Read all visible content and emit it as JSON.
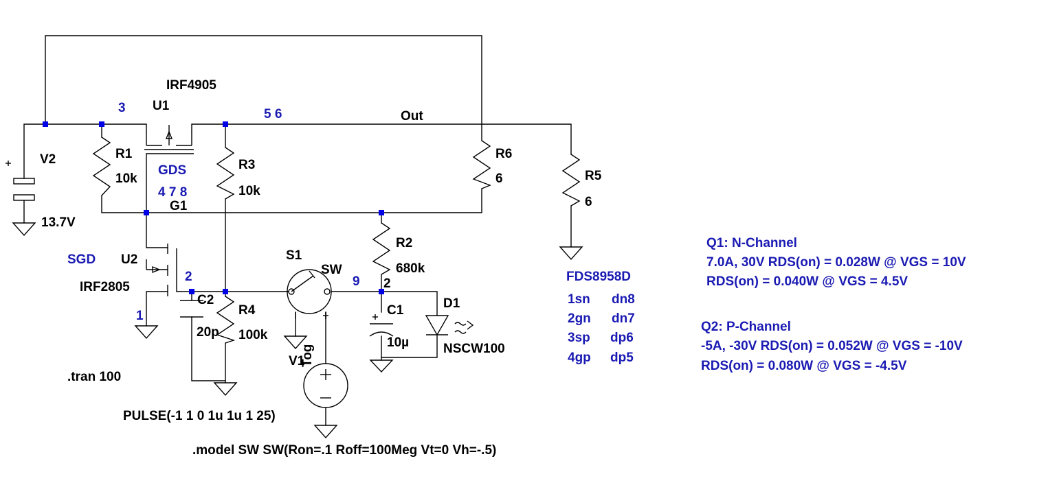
{
  "components": {
    "v2": {
      "ref": "V2",
      "value": "13.7V"
    },
    "u1": {
      "ref": "U1",
      "part": "IRF4905",
      "pins": "GDS",
      "pin_nums": "4 7 8"
    },
    "u2": {
      "ref": "U2",
      "part": "IRF2805",
      "pins": "SGD"
    },
    "r1": {
      "ref": "R1",
      "value": "10k"
    },
    "r2": {
      "ref": "R2",
      "value": "680k"
    },
    "r3": {
      "ref": "R3",
      "value": "10k"
    },
    "r4": {
      "ref": "R4",
      "value": "100k"
    },
    "r5": {
      "ref": "R5",
      "value": "6"
    },
    "r6": {
      "ref": "R6",
      "value": "6"
    },
    "c1": {
      "ref": "C1",
      "value": "10µ"
    },
    "c2": {
      "ref": "C2",
      "value": "20p"
    },
    "d1": {
      "ref": "D1",
      "value": "NSCW100"
    },
    "s1": {
      "ref": "S1",
      "model": "SW"
    },
    "v1": {
      "ref": "V1",
      "tog": "Tog",
      "value": "PULSE(-1 1 0 1u 1u 1 25)"
    }
  },
  "nets": {
    "out": "Out",
    "g1": "G1"
  },
  "pin_labels": {
    "n3": "3",
    "n56": "5 6",
    "n2a": "2",
    "n1": "1",
    "n9": "9",
    "n2b": "2"
  },
  "directives": {
    "tran": ".tran 100",
    "model": ".model SW SW(Ron=.1 Roff=100Meg Vt=0 Vh=-.5)"
  },
  "fds": {
    "part": "FDS8958D",
    "pins": [
      {
        "a": "1sn",
        "b": "dn8"
      },
      {
        "a": "2gn",
        "b": "dn7"
      },
      {
        "a": "3sp",
        "b": "dp6"
      },
      {
        "a": "4gp",
        "b": "dp5"
      }
    ]
  },
  "notes": {
    "q1_title": "Q1: N-Channel",
    "q1_l1": "7.0A, 30V RDS(on) = 0.028W @ VGS = 10V",
    "q1_l2": "RDS(on) = 0.040W @ VGS = 4.5V",
    "q2_title": "Q2: P-Channel",
    "q2_l1": "-5A, -30V RDS(on) = 0.052W @ VGS = -10V",
    "q2_l2": "RDS(on) = 0.080W @ VGS = -4.5V"
  }
}
